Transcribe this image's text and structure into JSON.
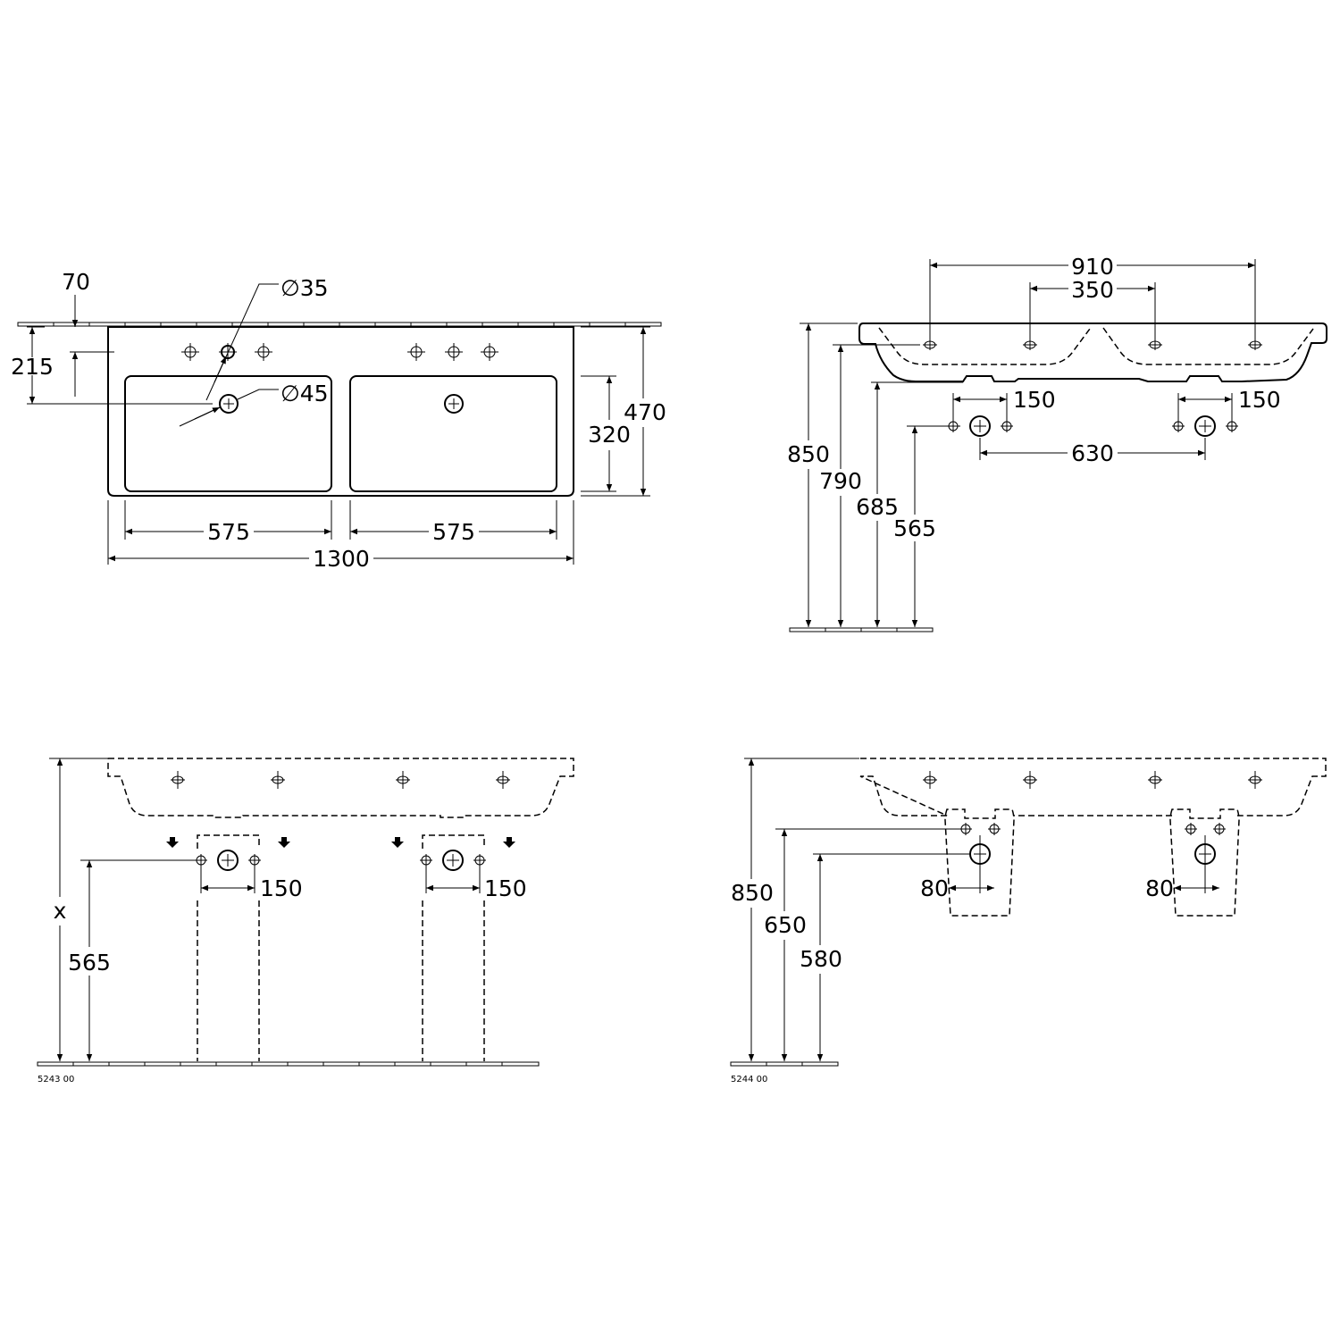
{
  "top_view": {
    "d70": "70",
    "d215": "215",
    "dia35": "∅35",
    "dia45": "∅45",
    "d320": "320",
    "d470": "470",
    "d575_left": "575",
    "d575_right": "575",
    "d1300": "1300"
  },
  "side_view": {
    "d910": "910",
    "d350": "350",
    "d150_left": "150",
    "d150_right": "150",
    "d630": "630",
    "d850": "850",
    "d790": "790",
    "d685": "685",
    "d565": "565"
  },
  "pedestal_view": {
    "dx": "x",
    "d565": "565",
    "d150_left": "150",
    "d150_right": "150",
    "code": "5243 00"
  },
  "semipedestal_view": {
    "d850": "850",
    "d650": "650",
    "d580": "580",
    "d80_left": "80",
    "d80_right": "80",
    "code": "5244 00"
  }
}
